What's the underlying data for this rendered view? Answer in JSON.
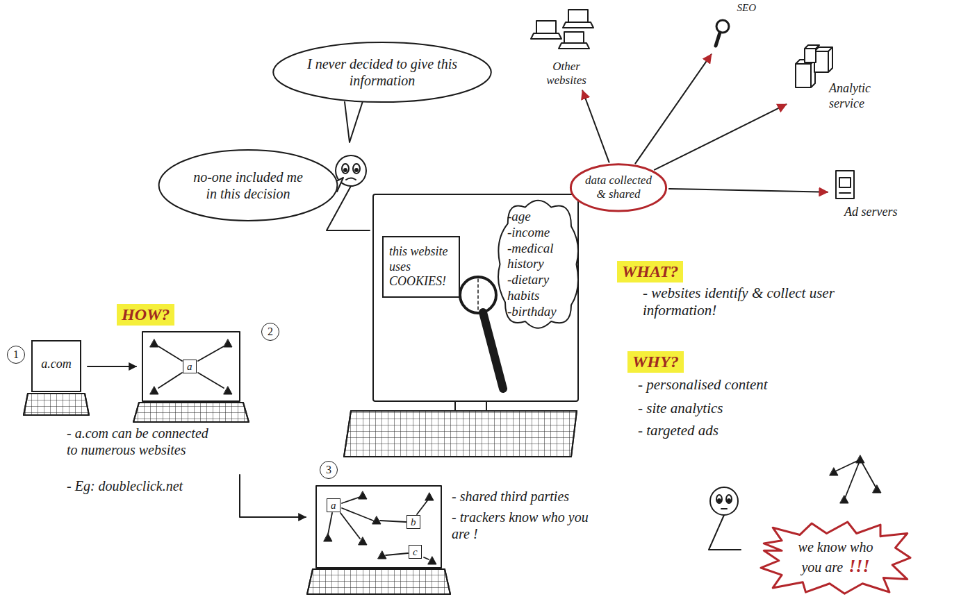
{
  "diagram": {
    "nodes": [
      {
        "text": [
          "I never decided to give this information"
        ]
      },
      {
        "text": [
          "no-one included me in this decision"
        ]
      },
      {
        "text": [
          "Other websites"
        ]
      },
      {
        "text": [
          "SEO"
        ]
      },
      {
        "text": [
          "Analytic service"
        ]
      },
      {
        "text": [
          "data collected & shared"
        ]
      },
      {
        "text": [
          "Ad servers"
        ]
      },
      {
        "text": [
          "this website uses COOKIES!"
        ]
      },
      {
        "text": [
          "-age",
          "-income",
          "-medical history",
          "-dietary habits",
          "-birthday"
        ]
      },
      {
        "text": [
          "a.com"
        ]
      },
      {
        "text": [
          "a"
        ]
      },
      {
        "text": [
          "a"
        ]
      },
      {
        "text": [
          "b"
        ]
      },
      {
        "text": [
          "c"
        ]
      },
      {
        "text": [
          "we know who you are",
          "!!!"
        ]
      }
    ],
    "edges": [
      {
        "from": 5,
        "to": 2,
        "arrow": "to"
      },
      {
        "from": 5,
        "to": 3,
        "arrow": "to"
      },
      {
        "from": 5,
        "to": 4,
        "arrow": "to"
      },
      {
        "from": 5,
        "to": 6,
        "arrow": "to"
      }
    ],
    "labels": [
      "HOW?",
      "1",
      "2",
      "3",
      "- a.com can be connected to numerous websites",
      "- Eg: doubleclick.net",
      "- shared third parties",
      "- trackers know who you are !",
      "WHAT?",
      "- websites identify & collect user information!",
      "WHY?",
      "- personalised content",
      "- site analytics",
      "- targeted ads"
    ]
  }
}
